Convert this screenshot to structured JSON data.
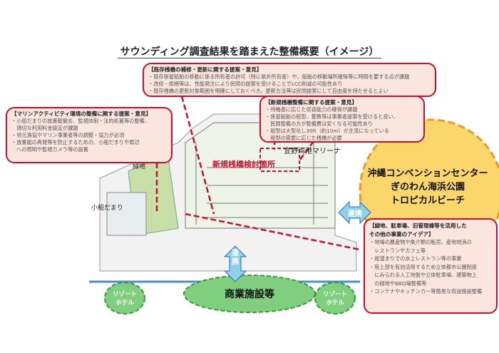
{
  "title": "サウンディング調査結果を踏まえた整備概要（イメージ）",
  "boxes": {
    "existing": {
      "heading": "【既存桟橋の補修・更新に関する提案・意見】",
      "items": [
        "・既存係留船舶の移動に係る所有者の許可（特に県外所有者）や、船舶の移動場所確保等に時間を要する点が課題",
        "・改修・修繕等は、性能発注により民間の提案を受けることでLCC削減の可能性あり",
        "・既存桟橋の更新対象範囲を明確にしておくべき。更新方法等は民間提案にして自由度を持たせるとよい"
      ]
    },
    "marine": {
      "heading": "【マリンアクティビティ環境の整備に関する提案・意見】",
      "items": [
        "・小船だまりの放置艇撤去、監視体制・法的処置等の整備、",
        "　適切な利用料金設定が課題",
        "・地元漁協やマリン事業者等の調整・協力が必須",
        "・放置艇の再発等を防止するための、小船だまりや周辺",
        "　への照明や監視カメラ等の設置"
      ]
    },
    "new_pier": {
      "heading": "【新規桟橋整備に関する提案・意見】",
      "items": [
        "・待機者に応じた収容能力の確保が課題",
        "・係留船舶の船型、隻数等は事業者提案を受けると良い、",
        "　民間整備の方が整備費は安くなる可能性あり",
        "・船型は大型化し30ft（約10m）が主流になっている",
        "　船型の需要に応じた桟橋が必要"
      ]
    },
    "other": {
      "heading": [
        "【緑地、駐車場、旧管理棟等を活用した",
        "その他の事業のアイデア】"
      ],
      "items": [
        "・地場の農産物や魚介類の販売、産地地消の",
        "　レストランやカフェ等",
        "・船溜まりでの水上レストラン等の事業",
        "・陸上部を有効活用するため立体都市公園制度",
        "　にみられる人工地盤や立体駐車場、建築物上",
        "　の緑地やBBQ場整備等",
        "・コンテナやキッチンカー等簡易な収益施設整備"
      ]
    }
  },
  "map": {
    "green": "緑地",
    "small_harbor": "小船だまり",
    "marina": "宜野湾港マリーナ",
    "new_pier_site": "新規桟橋検討箇所",
    "convention": [
      "沖縄コンベンションセンター",
      "ぎのわん海浜公園",
      "トロピカルビーチ"
    ],
    "link": "連携",
    "link_v": [
      "連",
      "携"
    ],
    "commercial": "商業施設等",
    "resort_hotel": [
      "リゾート",
      "ホテル"
    ]
  },
  "colors": {
    "red": "#c8102e",
    "yellow": "#fbd66a",
    "green": "#7fcf7f",
    "blue": "#4a90c8"
  }
}
